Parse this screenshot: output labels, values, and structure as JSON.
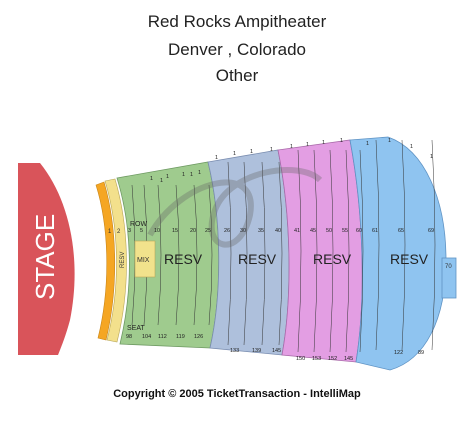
{
  "header": {
    "venue": "Red Rocks Ampitheater",
    "location": "Denver , Colorado",
    "category": "Other"
  },
  "map": {
    "stage_label": "STAGE",
    "colors": {
      "stage": "#d9545a",
      "orange_arc": "#f5a623",
      "yellow_arc": "#f3e08c",
      "green": "#9fcb8e",
      "blue_gray": "#aec0dc",
      "purple": "#e39ee3",
      "light_blue": "#8fc4f0",
      "mix": "#f1e28c"
    },
    "row_label": "ROW",
    "seat_label": "SEAT",
    "mix_label": "MIX",
    "front_arc_labels": [
      "1",
      "2"
    ],
    "front_resv": "RESV",
    "sections": [
      {
        "name": "RESV",
        "rows": [
          "3",
          "5",
          "10",
          "15",
          "20",
          "25"
        ],
        "seats": [
          "98",
          "104",
          "112",
          "119",
          "126"
        ]
      },
      {
        "name": "RESV",
        "rows": [
          "26",
          "30",
          "35",
          "40"
        ],
        "seats": [
          "133",
          "139",
          "145"
        ]
      },
      {
        "name": "RESV",
        "rows": [
          "41",
          "45",
          "50",
          "55",
          "60"
        ],
        "seats": [
          "150",
          "153",
          "152",
          "145"
        ]
      },
      {
        "name": "RESV",
        "rows": [
          "61",
          "65",
          "69"
        ],
        "seats": [
          "122",
          "89"
        ]
      }
    ],
    "box_label": "70",
    "top_ones": [
      "1",
      "1",
      "1",
      "1",
      "1",
      "1",
      "1",
      "1",
      "1",
      "1",
      "1",
      "1",
      "1",
      "1",
      "1",
      "1",
      "1",
      "1"
    ]
  },
  "footer": {
    "copyright": "Copyright © 2005 TicketTransaction - IntelliMap"
  }
}
